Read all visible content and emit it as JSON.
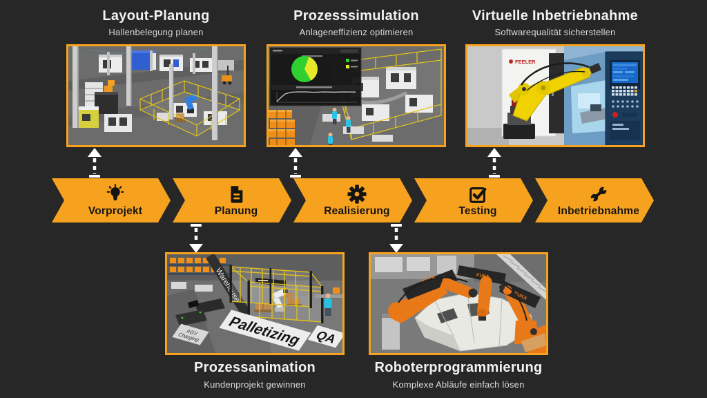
{
  "colors": {
    "background": "#272727",
    "accent_orange": "#F6A21E",
    "title_text": "#F2F2F2",
    "subtitle_text": "#DADADA",
    "chevron_text": "#141414",
    "arrow_white": "#FFFFFF",
    "fence_yellow": "#E3C616",
    "kuka_robot_orange": "#E87818",
    "fanuc_robot_yellow": "#F0D200",
    "worker_cyan": "#29C5E6",
    "pie_green": "#2FD02F",
    "pie_yellow": "#E8E82A"
  },
  "top_features": [
    {
      "title": "Layout-Planung",
      "subtitle": "Hallenbelegung planen"
    },
    {
      "title": "Prozesssimulation",
      "subtitle": "Anlageneffizienz optimieren"
    },
    {
      "title": "Virtuelle Inbetriebnahme",
      "subtitle": "Softwarequalität sicherstellen"
    }
  ],
  "bottom_features": [
    {
      "title": "Prozessanimation",
      "subtitle": "Kundenprojekt gewinnen"
    },
    {
      "title": "Roboterprogrammierung",
      "subtitle": "Komplexe Abläufe einfach lösen"
    }
  ],
  "phases": [
    {
      "label": "Vorprojekt",
      "icon": "lightbulb-icon"
    },
    {
      "label": "Planung",
      "icon": "document-icon"
    },
    {
      "label": "Realisierung",
      "icon": "gear-icon"
    },
    {
      "label": "Testing",
      "icon": "checkbox-checked-icon"
    },
    {
      "label": "Inbetriebnahme",
      "icon": "wrench-icon"
    }
  ],
  "scene_labels": {
    "warehouse": "Warehouse",
    "palletizing": "Palletizing",
    "qa": "QA",
    "agv_line1": "AGV",
    "agv_line2": "Charging",
    "feeler": "FEELER",
    "kuka": "KUKA"
  },
  "simulation_panel": {
    "pie_green_fraction": 0.58,
    "pie_yellow_fraction": 0.42
  }
}
